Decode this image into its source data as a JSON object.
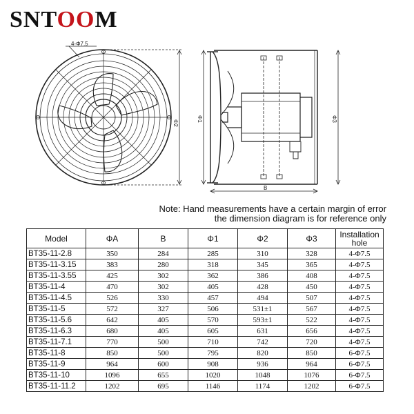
{
  "brand": {
    "logo_prefix": "SNT",
    "logo_mark": "OO",
    "logo_suffix": "M",
    "accent": "#c4141b"
  },
  "drawing": {
    "hole_label": "4-Φ7.5",
    "front_dim": "Φ2",
    "side_dim_1": "Φ1",
    "side_dim_b": "B",
    "side_dim_3": "Φ3"
  },
  "note": {
    "line1": "Note: Hand measurements have a certain margin of error",
    "line2": "the dimension diagram is for reference only"
  },
  "table": {
    "headers": [
      "Model",
      "ΦA",
      "B",
      "Φ1",
      "Φ2",
      "Φ3",
      "Installation hole"
    ],
    "rows": [
      [
        "BT35-11-2.8",
        "350",
        "284",
        "285",
        "310",
        "328",
        "4-Φ7.5"
      ],
      [
        "BT35-11-3.15",
        "383",
        "280",
        "318",
        "345",
        "365",
        "4-Φ7.5"
      ],
      [
        "BT35-11-3.55",
        "425",
        "302",
        "362",
        "386",
        "408",
        "4-Φ7.5"
      ],
      [
        "BT35-11-4",
        "470",
        "302",
        "405",
        "428",
        "450",
        "4-Φ7.5"
      ],
      [
        "BT35-11-4.5",
        "526",
        "330",
        "457",
        "494",
        "507",
        "4-Φ7.5"
      ],
      [
        "BT35-11-5",
        "572",
        "327",
        "506",
        "531±1",
        "567",
        "4-Φ7.5"
      ],
      [
        "BT35-11-5.6",
        "642",
        "405",
        "570",
        "593±1",
        "522",
        "4-Φ7.5"
      ],
      [
        "BT35-11-6.3",
        "680",
        "405",
        "605",
        "631",
        "656",
        "4-Φ7.5"
      ],
      [
        "BT35-11-7.1",
        "770",
        "500",
        "710",
        "742",
        "720",
        "4-Φ7.5"
      ],
      [
        "BT35-11-8",
        "850",
        "500",
        "795",
        "820",
        "850",
        "6-Φ7.5"
      ],
      [
        "BT35-11-9",
        "964",
        "600",
        "908",
        "936",
        "964",
        "6-Φ7.5"
      ],
      [
        "BT35-11-10",
        "1096",
        "655",
        "1020",
        "1048",
        "1076",
        "6-Φ7.5"
      ],
      [
        "BT35-11-11.2",
        "1202",
        "695",
        "1146",
        "1174",
        "1202",
        "6-Φ7.5"
      ]
    ]
  }
}
